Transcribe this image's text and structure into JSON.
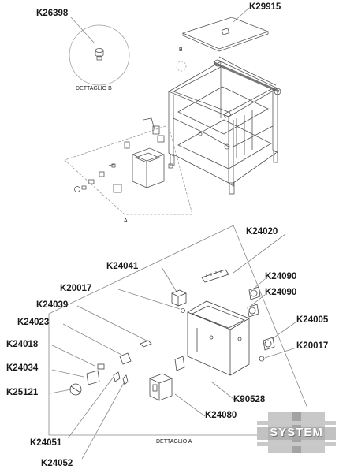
{
  "parts": {
    "k26398": "K26398",
    "k29915": "K29915",
    "k24020": "K24020",
    "k24041": "K24041",
    "k24090_a": "K24090",
    "k24090_b": "K24090",
    "k20017_a": "K20017",
    "k24039": "K24039",
    "k24005": "K24005",
    "k24023": "K24023",
    "k20017_b": "K20017",
    "k24018": "K24018",
    "k24034": "K24034",
    "k25121": "K25121",
    "k90528": "K90528",
    "k24080": "K24080",
    "k24051": "K24051",
    "k24052": "K24052"
  },
  "captions": {
    "dettaglio_b": "DETTAGLIO B",
    "marker_b": "B",
    "marker_a": "A",
    "dettaglio_a": "DETTAGLIO A"
  },
  "logo": {
    "text": "SYSTEM",
    "colors": {
      "panel": "#9a9a9a",
      "bars": "#c9c9c9"
    }
  },
  "colors": {
    "line": "#6b6b6b",
    "text": "#1a1a1a"
  }
}
